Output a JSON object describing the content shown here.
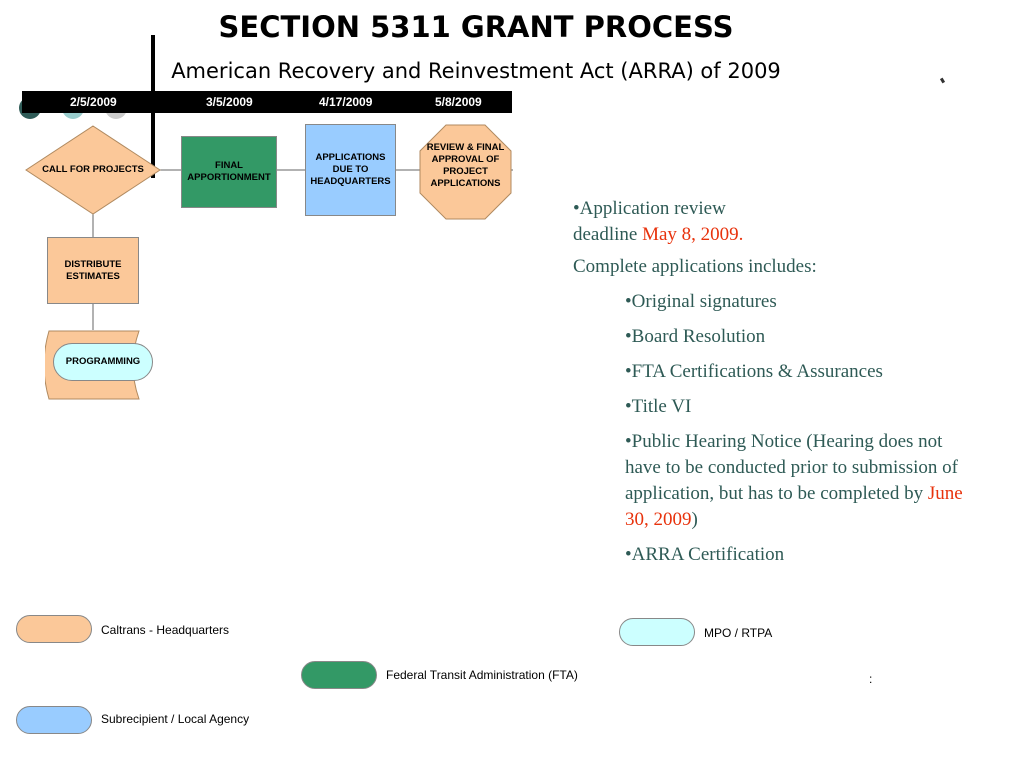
{
  "title": "SECTION 5311 GRANT PROCESS",
  "subtitle": "American Recovery and Reinvestment Act (ARRA) of 2009",
  "timeline": {
    "dates": [
      "2/5/2009",
      "3/5/2009",
      "4/17/2009",
      "5/8/2009"
    ]
  },
  "colors": {
    "caltrans": "#fbc899",
    "fta": "#339966",
    "subrecipient": "#99ccff",
    "mpo": "#ccffff",
    "dot1": "#2f5b57",
    "dot2": "#99cccc",
    "dot3": "#cccccc",
    "highlight": "#e8320c",
    "bullet_text": "#2e5a55"
  },
  "nodes": {
    "call": "CALL FOR PROJECTS",
    "final": "FINAL APPORTIONMENT",
    "applications": "APPLICATIONS DUE TO HEADQUARTERS",
    "review": "REVIEW & FINAL APPROVAL OF PROJECT APPLICATIONS",
    "distribute": "DISTRIBUTE ESTIMATES",
    "programming": "PROGRAMMING"
  },
  "info": {
    "deadline_prefix": "•Application review deadline ",
    "deadline_date": "May 8, 2009.",
    "includes": "Complete applications includes:",
    "items": [
      "•Original signatures",
      "•Board Resolution",
      "•FTA Certifications & Assurances",
      "•Title VI"
    ],
    "hearing_prefix": "•Public Hearing Notice (Hearing does not have to be conducted prior to submission of application, but has to be completed by ",
    "hearing_date": "June 30, 2009",
    "hearing_suffix": ")",
    "arra": "•ARRA Certification"
  },
  "legend": {
    "caltrans": "Caltrans - Headquarters",
    "mpo": "MPO / RTPA",
    "fta": "Federal Transit Administration (FTA)",
    "subrecipient": "Subrecipient / Local Agency",
    "stray_mark": ":"
  }
}
